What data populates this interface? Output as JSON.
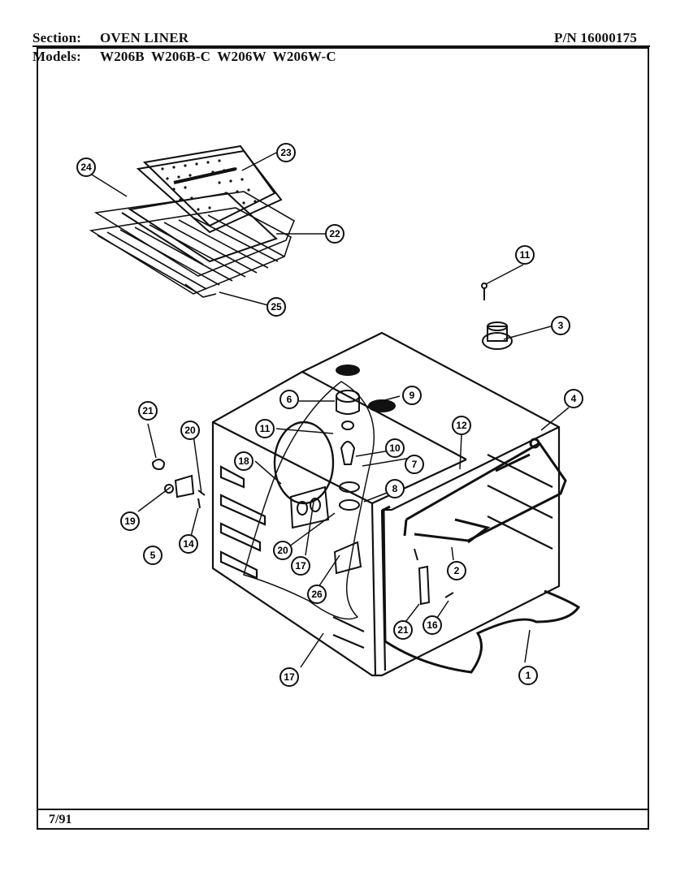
{
  "header": {
    "section_label": "Section:",
    "section_value": "OVEN LINER",
    "part_number": "P/N 16000175",
    "models_label": "Models:",
    "models_value": "W206B  W206B-C  W206W  W206W-C"
  },
  "footer": {
    "date": "7/91"
  },
  "callouts": [
    "1",
    "2",
    "3",
    "4",
    "5",
    "6",
    "7",
    "8",
    "9",
    "10",
    "11",
    "11",
    "12",
    "14",
    "16",
    "17",
    "17",
    "18",
    "19",
    "20",
    "20",
    "21",
    "21",
    "22",
    "23",
    "24",
    "25",
    "26"
  ]
}
